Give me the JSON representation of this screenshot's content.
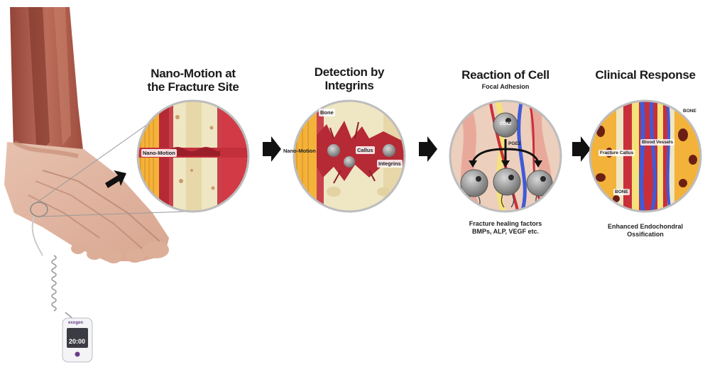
{
  "stages": [
    {
      "title_line1": "Nano-Motion at",
      "title_line2": "the Fracture Site",
      "label": "Nano-Motion"
    },
    {
      "title_line1": "Detection by",
      "title_line2": "Integrins",
      "label_bone": "Bone",
      "label_nano": "Nano-Motion",
      "label_callus": "Callus",
      "label_integrins": "Integrins"
    },
    {
      "title": "Reaction of Cell",
      "subtitle": "Focal Adhesion",
      "label_cox2": "COX2",
      "label_pge2": "PGE2",
      "caption_line1": "Fracture healing factors",
      "caption_line2": "BMPs, ALP, VEGF etc."
    },
    {
      "title": "Clinical Response",
      "label_bone_top": "BONE",
      "label_fracture_callus": "Fracture Callus",
      "label_blood_vessels": "Blood Vessels",
      "label_bone_bottom": "BONE",
      "caption": "Enhanced Endochondral Ossification"
    }
  ],
  "device": {
    "brand": "exogen",
    "timer": "20:00"
  },
  "colors": {
    "bone": "#efe6c4",
    "marrow": "#c92f3a",
    "muscle": "#b86552",
    "cartilage": "#f3b23a",
    "vessel_blue": "#3e5bd9",
    "arrow": "#111111"
  }
}
